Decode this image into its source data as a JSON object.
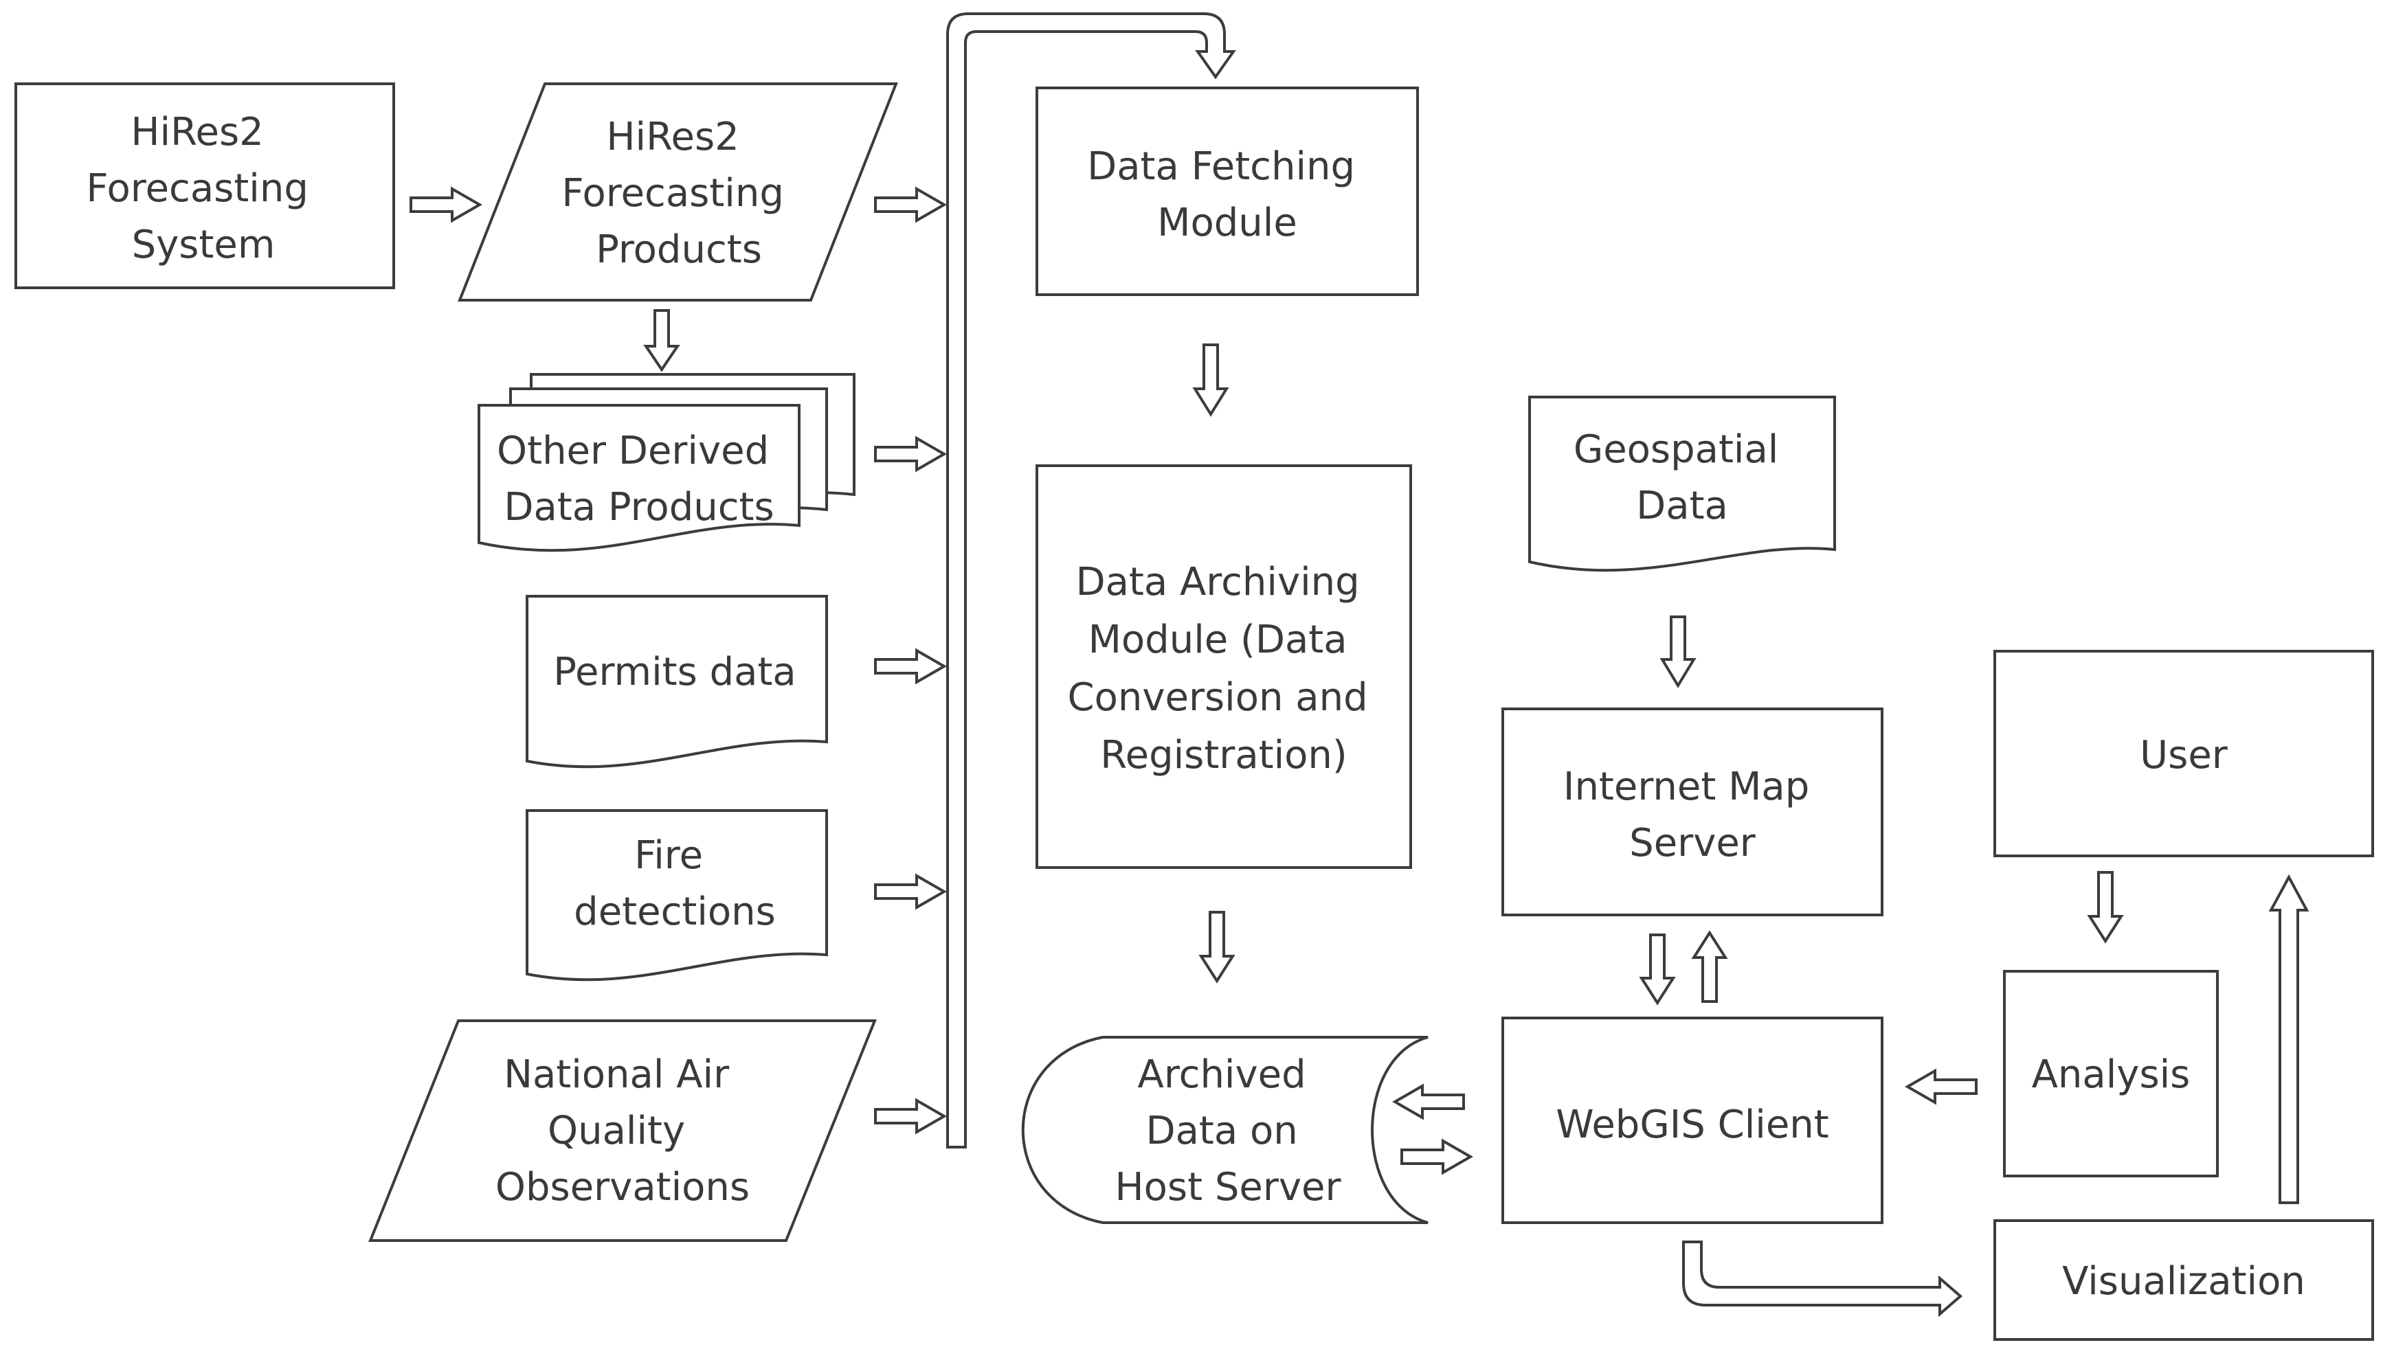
{
  "diagram": {
    "nodes": {
      "hires2_system": {
        "lines": [
          "HiRes2",
          "Forecasting",
          "System"
        ]
      },
      "hires2_products": {
        "lines": [
          "HiRes2",
          "Forecasting",
          "Products"
        ]
      },
      "other_derived": {
        "lines": [
          "Other Derived",
          "Data Products"
        ]
      },
      "permits": {
        "lines": [
          "Permits data"
        ]
      },
      "fire": {
        "lines": [
          "Fire",
          "detections"
        ]
      },
      "naqo": {
        "lines": [
          "National Air",
          "Quality",
          "Observations"
        ]
      },
      "data_fetching": {
        "lines": [
          "Data Fetching",
          "Module"
        ]
      },
      "data_archiving": {
        "lines": [
          "Data Archiving",
          "Module (Data",
          "Conversion and",
          "Registration)"
        ]
      },
      "archived_data": {
        "lines": [
          "Archived",
          "Data on",
          "Host Server"
        ]
      },
      "geospatial": {
        "lines": [
          "Geospatial",
          "Data"
        ]
      },
      "ims": {
        "lines": [
          "Internet Map",
          "Server"
        ]
      },
      "webgis": {
        "lines": [
          "WebGIS Client"
        ]
      },
      "user": {
        "lines": [
          "User"
        ]
      },
      "analysis": {
        "lines": [
          "Analysis"
        ]
      },
      "visualization": {
        "lines": [
          "Visualization"
        ]
      }
    }
  },
  "colors": {
    "stroke": "#3c3c3c",
    "text": "#3a3a3a",
    "background": "#ffffff"
  }
}
